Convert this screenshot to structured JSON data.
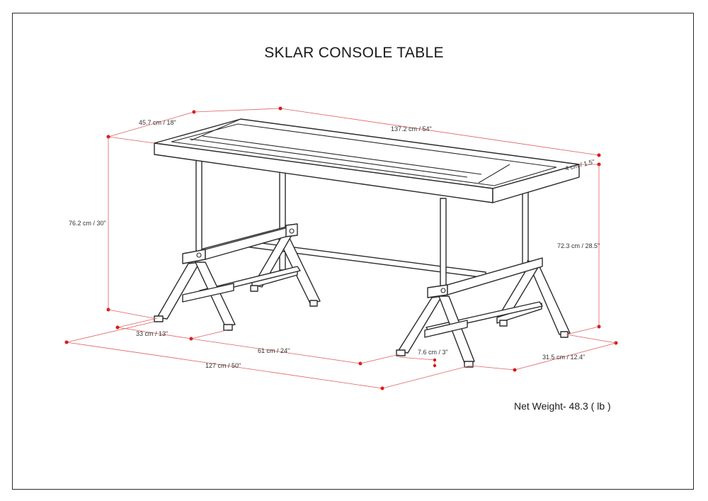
{
  "title": "SKLAR CONSOLE TABLE",
  "net_weight": "Net Weight- 48.3 ( lb )",
  "dimensions": {
    "depth": "45.7 cm / 18\"",
    "length": "137.2 cm / 54\"",
    "top_thickness": "4 cm / 1.5\"",
    "height": "76.2 cm / 30\"",
    "inner_height": "72.3 cm / 28.5\"",
    "base_offset": "33 cm / 13\"",
    "base_inner": "61 cm / 24\"",
    "foot_width": "7.6 cm / 3\"",
    "base_depth": "31.5 cm / 12.4\"",
    "base_length": "127 cm / 50\""
  },
  "colors": {
    "dimension_line": "#e06060",
    "dimension_point": "#d81818",
    "outline": "#2a2a2a"
  }
}
